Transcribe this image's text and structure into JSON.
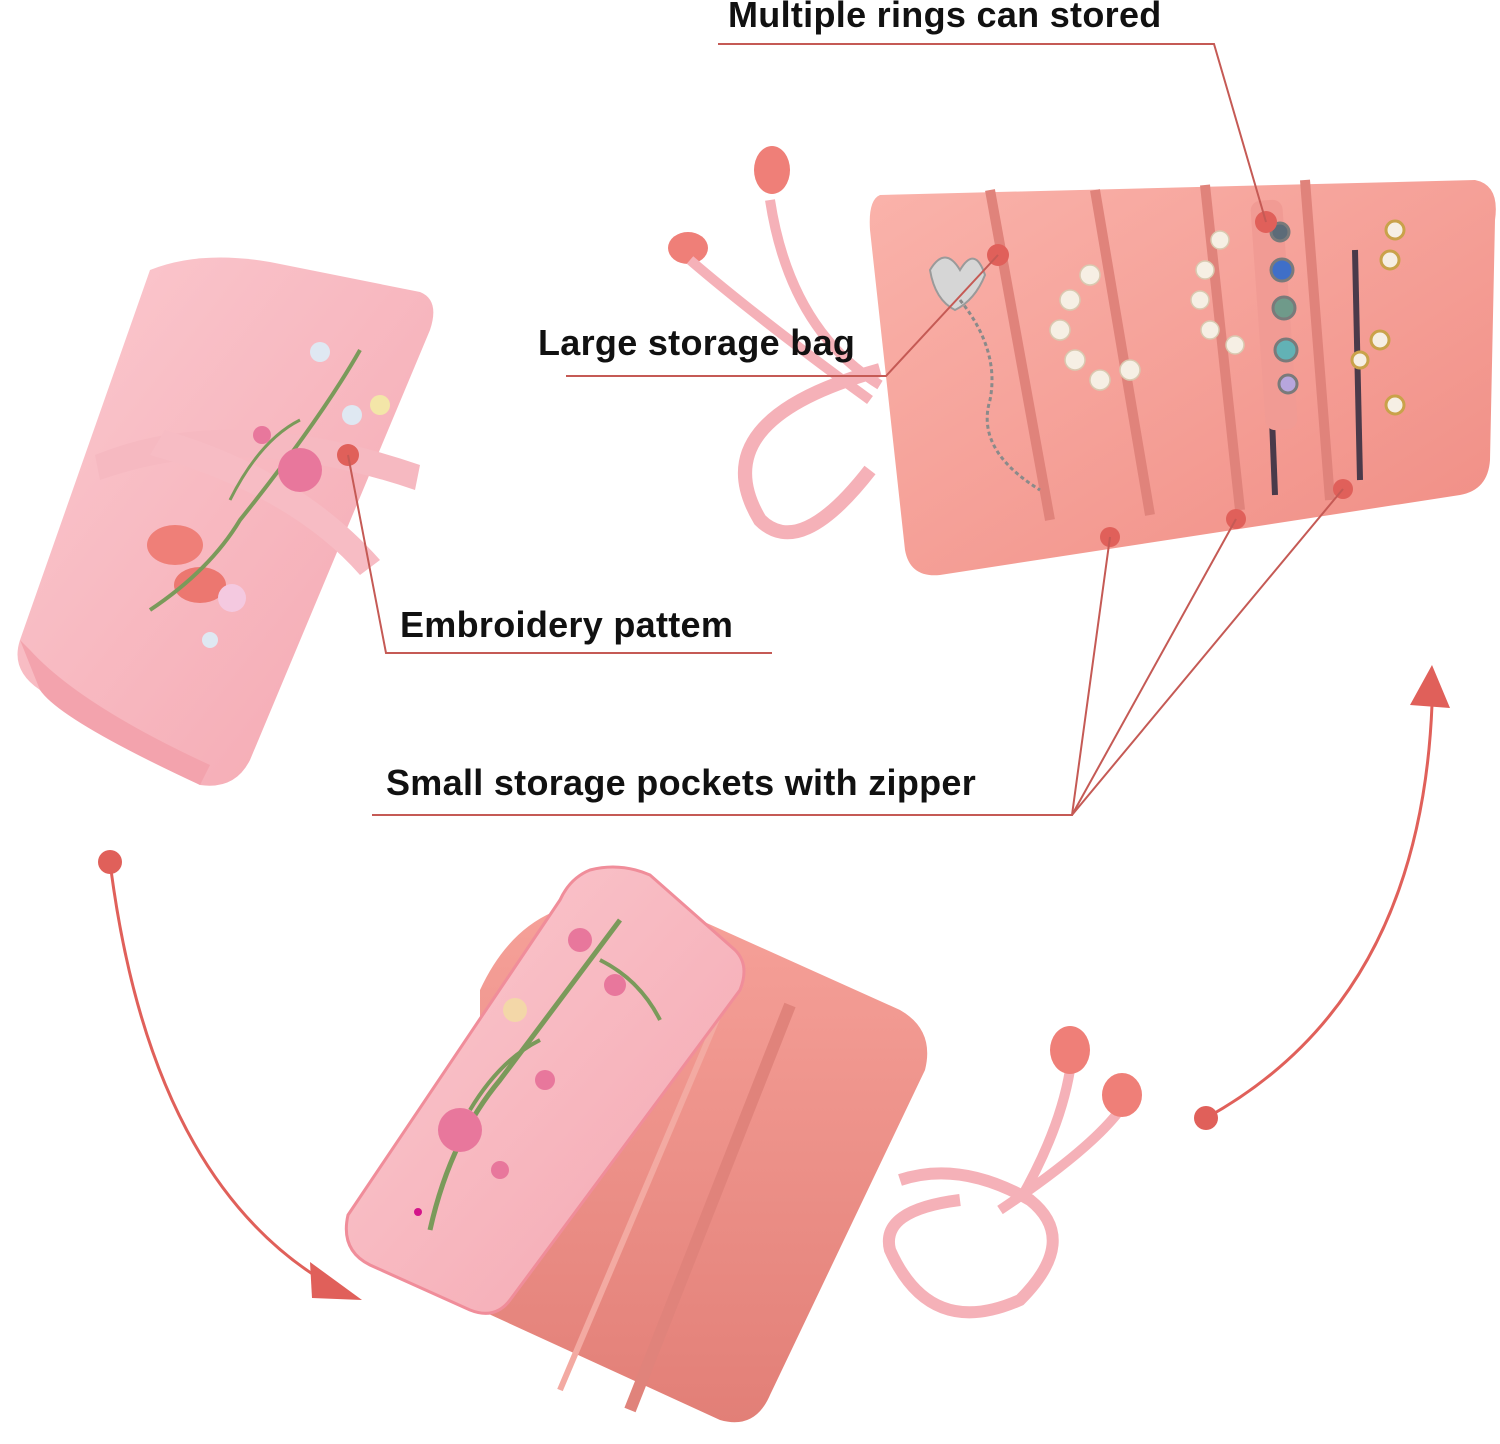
{
  "labels": {
    "rings": "Multiple rings can stored",
    "large_bag": "Large storage bag",
    "embroidery": "Embroidery pattem",
    "small_pockets": "Small storage pockets with zipper"
  },
  "colors": {
    "accent": "#e0605a",
    "pouch_pink": "#f7b0b8",
    "pouch_salmon": "#f59c94",
    "embroidery_green": "#7a9a5a",
    "embroidery_flower": "#e8779c"
  },
  "icons": [
    "arrow-down-right-icon",
    "arrow-up-icon"
  ]
}
